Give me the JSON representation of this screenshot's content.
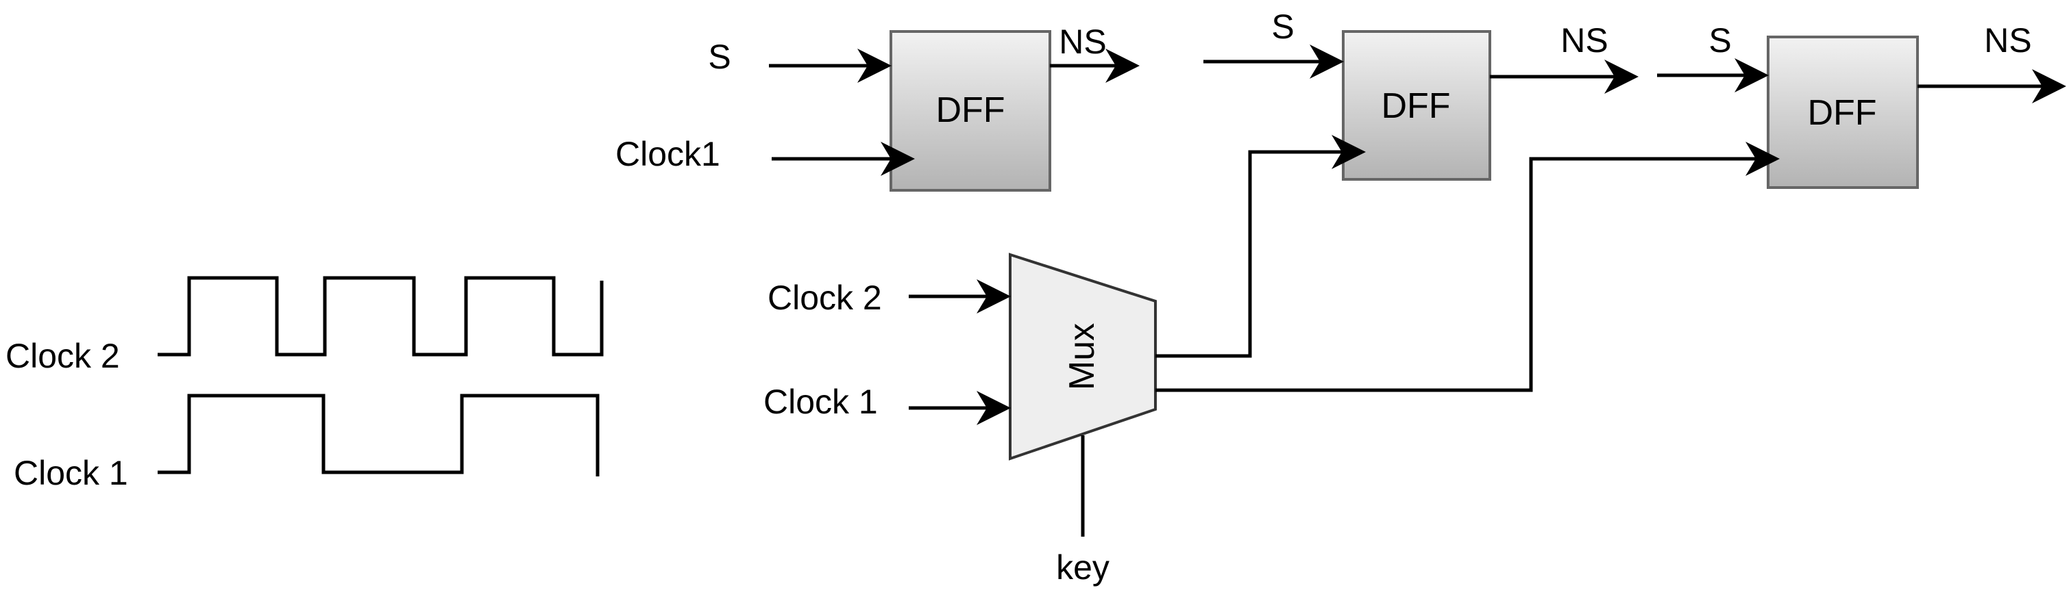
{
  "waveforms": {
    "clock2_label": "Clock 2",
    "clock1_label": "Clock 1"
  },
  "flipflops": [
    {
      "label": "DFF",
      "input_label": "S",
      "output_label": "NS",
      "clock_label": "Clock1"
    },
    {
      "label": "DFF",
      "input_label": "S",
      "output_label": "NS"
    },
    {
      "label": "DFF",
      "input_label": "S",
      "output_label": "NS"
    }
  ],
  "mux": {
    "label": "Mux",
    "input_top_label": "Clock 2",
    "input_bottom_label": "Clock 1",
    "select_label": "key"
  },
  "colors": {
    "dff_fill_top": "#f2f2f2",
    "dff_fill_bottom": "#b3b3b3",
    "dff_stroke": "#666666",
    "mux_fill": "#eeeeee",
    "wire": "#000000"
  }
}
